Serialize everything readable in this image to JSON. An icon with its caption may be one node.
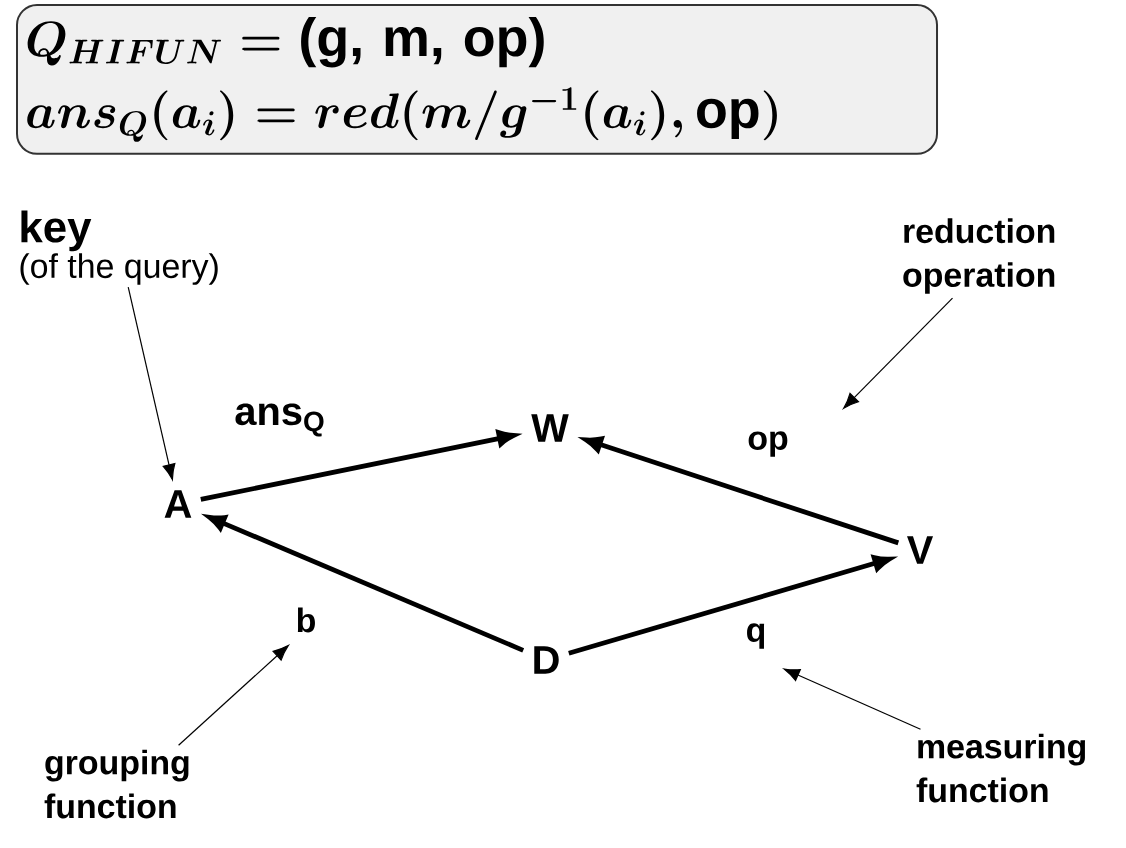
{
  "diagram": {
    "nodes": [
      {
        "text": [
          "Q_{HIFUN} = \\textbf{(g, m, op)}",
          "ans_{Q}(a_{i}) = red(m/g^{-1}(a_{i}), \\textbf{op})"
        ]
      },
      {
        "text": [
          "key",
          "(of the query)"
        ]
      },
      {
        "text": [
          "A"
        ]
      },
      {
        "text": [
          "W"
        ]
      },
      {
        "text": [
          "V"
        ]
      },
      {
        "text": [
          "D"
        ]
      },
      {
        "text": [
          "reduction operation"
        ]
      },
      {
        "text": [
          "grouping function"
        ]
      },
      {
        "text": [
          "measuring function"
        ]
      }
    ],
    "edges": [
      {
        "from": 2,
        "to": 3,
        "arrow": "to",
        "label": "ans$_{Q}$",
        "style": "thick"
      },
      {
        "from": 4,
        "to": 3,
        "arrow": "to",
        "label": "op",
        "style": "thick"
      },
      {
        "from": 5,
        "to": 2,
        "arrow": "to",
        "label": "b",
        "style": "thick"
      },
      {
        "from": 5,
        "to": 4,
        "arrow": "to",
        "label": "q",
        "style": "thick"
      },
      {
        "from": 1,
        "to": 2,
        "arrow": "to"
      },
      {
        "from": 6,
        "to": null,
        "arrow": "to"
      },
      {
        "from": 7,
        "to": null,
        "arrow": "to"
      },
      {
        "from": 8,
        "to": null,
        "arrow": "to"
      }
    ]
  }
}
